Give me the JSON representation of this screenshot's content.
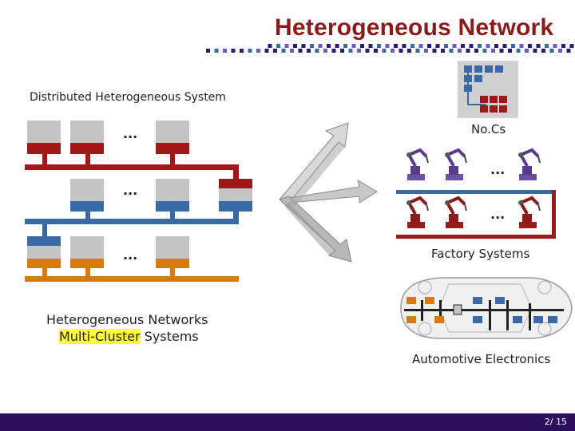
{
  "slide": {
    "title": "Heterogeneous Network",
    "page_number": "2/ 15"
  },
  "left_diagram": {
    "label": "Distributed Heterogeneous System",
    "ellipsis": "...",
    "caption_line1": "Heterogeneous Networks",
    "caption_highlight": "Multi-Cluster",
    "caption_line2_rest": " Systems",
    "colors": {
      "red": "#a01818",
      "blue": "#3a6aa5",
      "orange": "#d97a0f",
      "node": "#c4c4c4"
    }
  },
  "right_diagram": {
    "nocs_label": "No.Cs",
    "factory_label": "Factory Systems",
    "factory_ellipsis": "...",
    "automotive_label": "Automotive Electronics",
    "colors": {
      "blue_bus": "#3a6aa5",
      "red_bus": "#a01818",
      "noc": "#3a6aa5"
    }
  }
}
